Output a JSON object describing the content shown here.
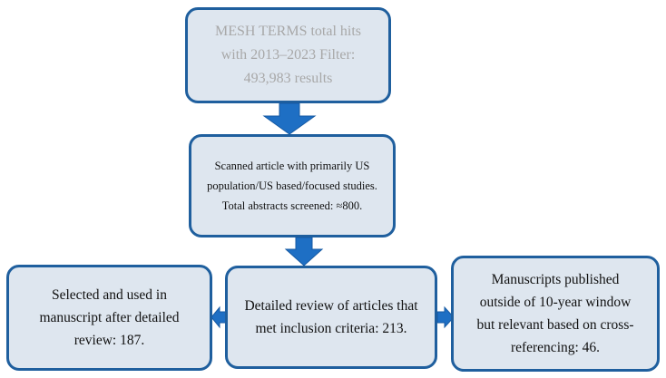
{
  "boxes": {
    "top": "MESH TERMS total hits with 2013–2023 Filter: 493,983 results",
    "scan_line1": "Scanned article with primarily US population/US based/focused studies.",
    "scan_line2": "Total abstracts screened: ≈800.",
    "left": "Selected and used in manuscript after detailed review: 187.",
    "middle": "Detailed review of articles that met inclusion criteria: 213.",
    "right": "Manuscripts published outside of 10-year window but relevant based on cross-referencing: 46."
  },
  "colors": {
    "box_fill": "#dee6ef",
    "box_border": "#1f5f9e",
    "arrow": "#1e6fc4",
    "faded_text": "#a8a8a8"
  }
}
